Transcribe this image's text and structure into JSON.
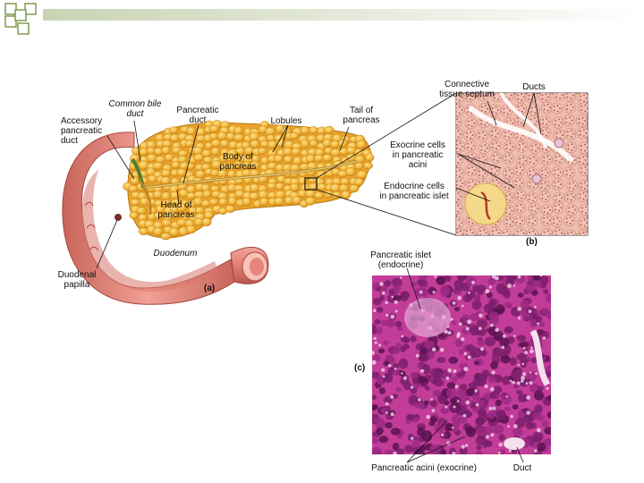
{
  "panel_a": {
    "labels": {
      "common_bile_duct": "Common bile\nduct",
      "pancreatic_duct": "Pancreatic\nduct",
      "lobules": "Lobules",
      "tail": "Tail of\npancreas",
      "accessory_duct": "Accessory\npancreatic\nduct",
      "body": "Body of\npancreas",
      "head": "Head of\npancreas",
      "duodenum": "Duodenum",
      "papilla": "Duodenal\npapilla"
    },
    "tag": "(a)"
  },
  "panel_b": {
    "labels": {
      "septum": "Connective\ntissue septum",
      "ducts": "Ducts",
      "exocrine": "Exocrine cells\nin pancreatic\nacini",
      "endocrine": "Endocrine cells\nin pancreatic islet"
    },
    "tag": "(b)"
  },
  "panel_c": {
    "labels": {
      "islet": "Pancreatic islet\n(endocrine)",
      "acini": "Pancreatic acini (exocrine)",
      "duct": "Duct"
    },
    "tag": "(c)"
  },
  "colors": {
    "pancreas": "#f2b53c",
    "pancreas_dark": "#c98412",
    "duodenum": "#e8857a",
    "duodenum_dark": "#b9574e",
    "histology_bg": "#c23d98",
    "tissue_b": "#efbcae",
    "corner_green": "#6e8a3a"
  }
}
